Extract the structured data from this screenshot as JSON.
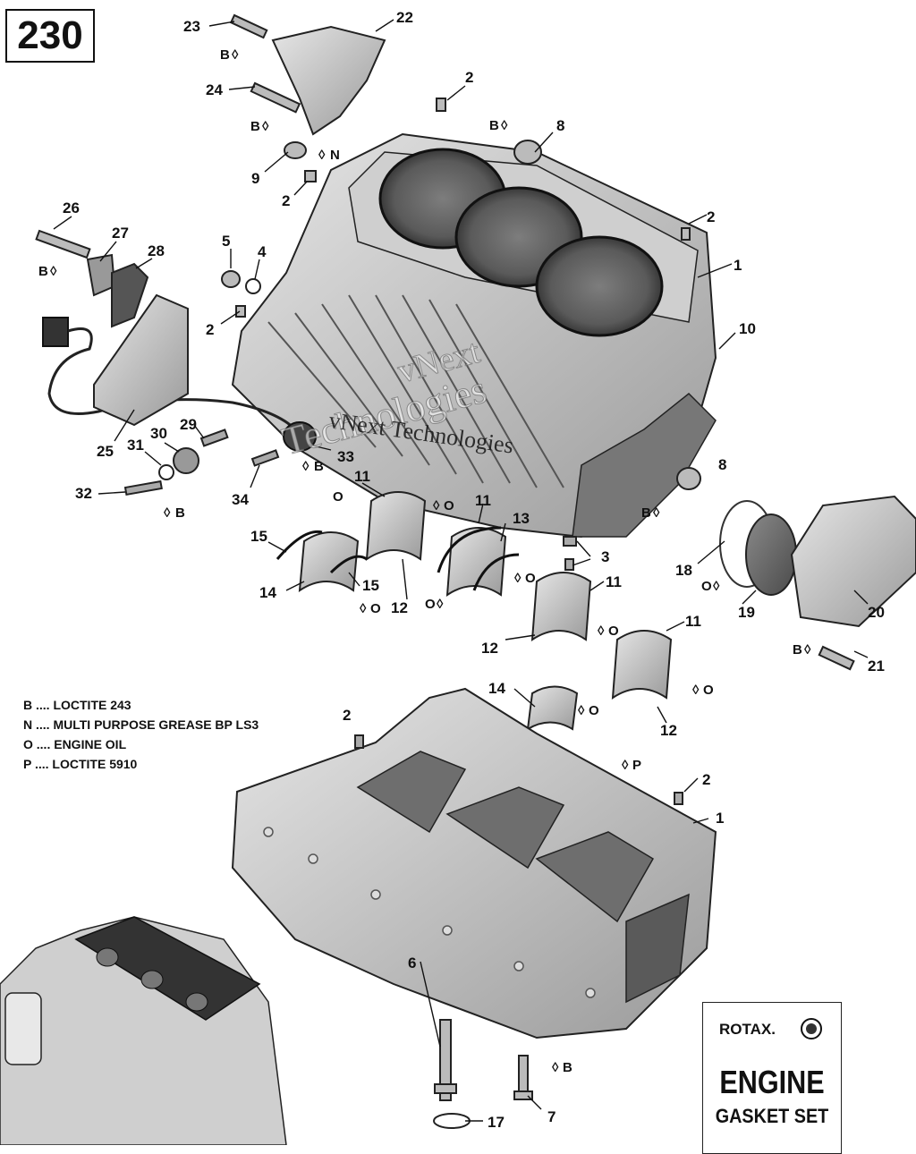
{
  "page_number": "230",
  "watermark": {
    "main": "vNext Technologies",
    "line1": "vNext",
    "line2": "Technologies"
  },
  "legend": [
    {
      "code": "B",
      "text": "B .... LOCTITE 243"
    },
    {
      "code": "N",
      "text": "N .... MULTI PURPOSE GREASE BP LS3"
    },
    {
      "code": "O",
      "text": "O .... ENGINE OIL"
    },
    {
      "code": "P",
      "text": "P .... LOCTITE 5910"
    }
  ],
  "stamp": {
    "brand": "ROTAX.",
    "title": "ENGINE",
    "subtitle": "GASKET SET"
  },
  "callouts": [
    "23",
    "22",
    "24",
    "2",
    "8",
    "9",
    "26",
    "27",
    "28",
    "5",
    "4",
    "1",
    "10",
    "25",
    "29",
    "30",
    "31",
    "32",
    "33",
    "34",
    "11",
    "13",
    "15",
    "14",
    "12",
    "3",
    "18",
    "19",
    "20",
    "21",
    "6",
    "7",
    "17"
  ],
  "symbols": [
    "B",
    "N",
    "O",
    "P"
  ]
}
